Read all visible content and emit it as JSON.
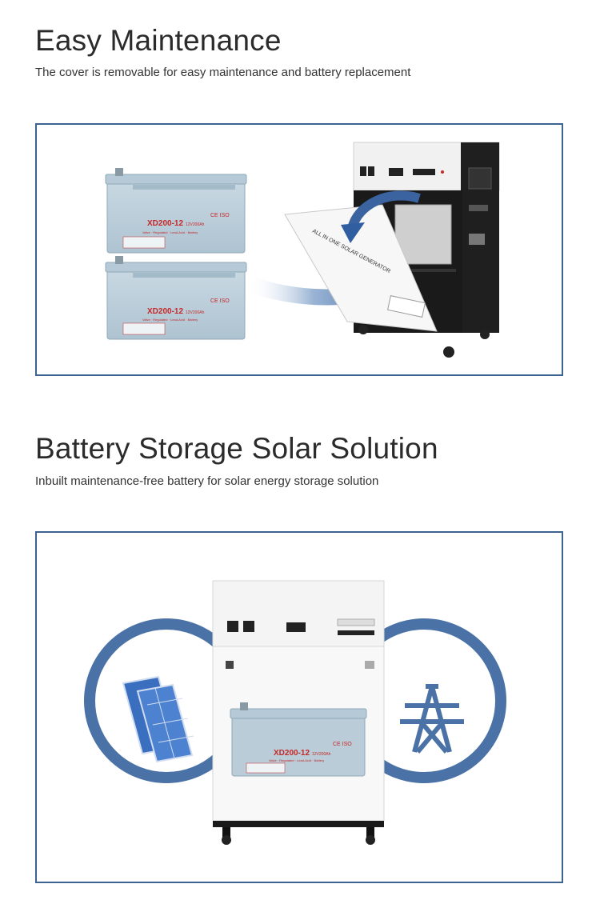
{
  "sections": [
    {
      "title": "Easy Maintenance",
      "subtitle": "The cover is removable for easy maintenance and battery replacement"
    },
    {
      "title": "Battery Storage Solar Solution",
      "subtitle": "Inbuilt maintenance-free battery for solar energy storage solution"
    }
  ],
  "battery": {
    "model": "XD200-12",
    "spec": "12V200Ah",
    "cert": "CE ISO",
    "desc": "Valve · Regulated · Lead-Acid · Battery"
  },
  "cover_text": "ALL IN ONE SOLAR GENERATOR",
  "colors": {
    "frame": "#3d6391",
    "ring": "#4a72a6",
    "battery": "#b9ccd8",
    "model_text": "#c62828"
  },
  "icons": [
    "solar-panel-icon",
    "power-tower-icon"
  ]
}
